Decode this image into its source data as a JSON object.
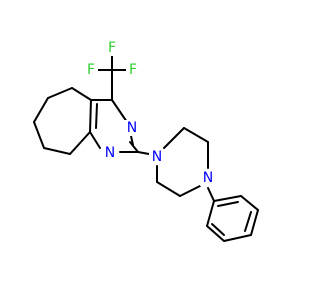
{
  "molecule": {
    "atoms": {
      "n_pyr_top": {
        "symbol": "N",
        "color": "#0000ff"
      },
      "n_pyr_left": {
        "symbol": "N",
        "color": "#0000ff"
      },
      "n_pip_1": {
        "symbol": "N",
        "color": "#0000ff"
      },
      "n_pip_4": {
        "symbol": "N",
        "color": "#0000ff"
      },
      "f_left": {
        "symbol": "F",
        "color": "#33cc33"
      },
      "f_top": {
        "symbol": "F",
        "color": "#33cc33"
      },
      "f_right": {
        "symbol": "F",
        "color": "#33cc33"
      }
    }
  }
}
